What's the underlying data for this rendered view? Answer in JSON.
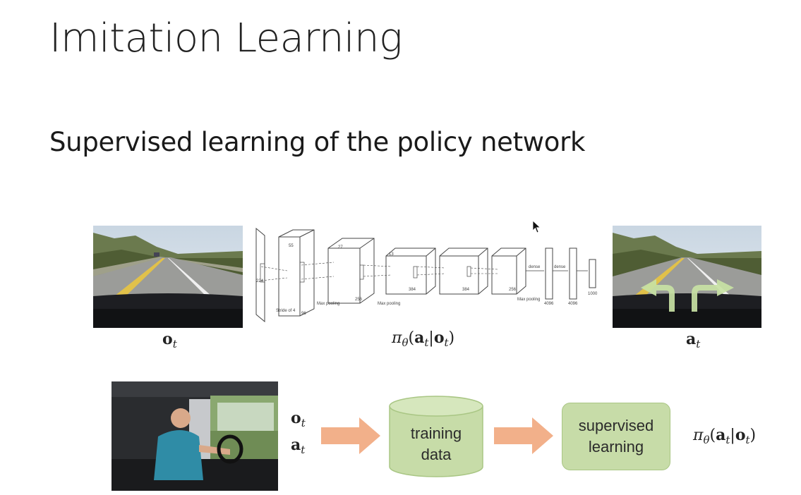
{
  "slide": {
    "title": "Imitation Learning",
    "subtitle": "Supervised learning of the policy network"
  },
  "top_row": {
    "observation_label": "o",
    "observation_sub": "t",
    "action_label": "a",
    "action_sub": "t",
    "policy_label": {
      "pi": "π",
      "theta": "θ",
      "a": "a",
      "t": "t",
      "bar": "|",
      "o": "o"
    },
    "network_labels": {
      "stride": "Stride of 4",
      "max_pool_1": "Max pooling",
      "max_pool_2": "Max pooling",
      "max_pool_3": "Max pooling",
      "dense_1": "dense",
      "dense_2": "dense",
      "n224": "224",
      "n55": "55",
      "n27": "27",
      "n13": "13",
      "n96": "96",
      "n256": "256",
      "n384": "384",
      "n384b": "384",
      "n256b": "256",
      "n4096": "4096",
      "n4096b": "4096",
      "n1000": "1000"
    }
  },
  "bottom_row": {
    "inputs": {
      "o": "o",
      "a": "a",
      "sub": "t"
    },
    "training_data": [
      "training",
      "data"
    ],
    "supervised_learning": [
      "supervised",
      "learning"
    ],
    "output_policy": {
      "pi": "π",
      "theta": "θ",
      "a": "a",
      "t": "t",
      "bar": "|",
      "o": "o"
    }
  },
  "colors": {
    "block_fill": "#c7dca8",
    "block_stroke": "#a9c684",
    "arrow_fill": "#f2b08a",
    "turn_arrow": "#c8e2a4"
  }
}
